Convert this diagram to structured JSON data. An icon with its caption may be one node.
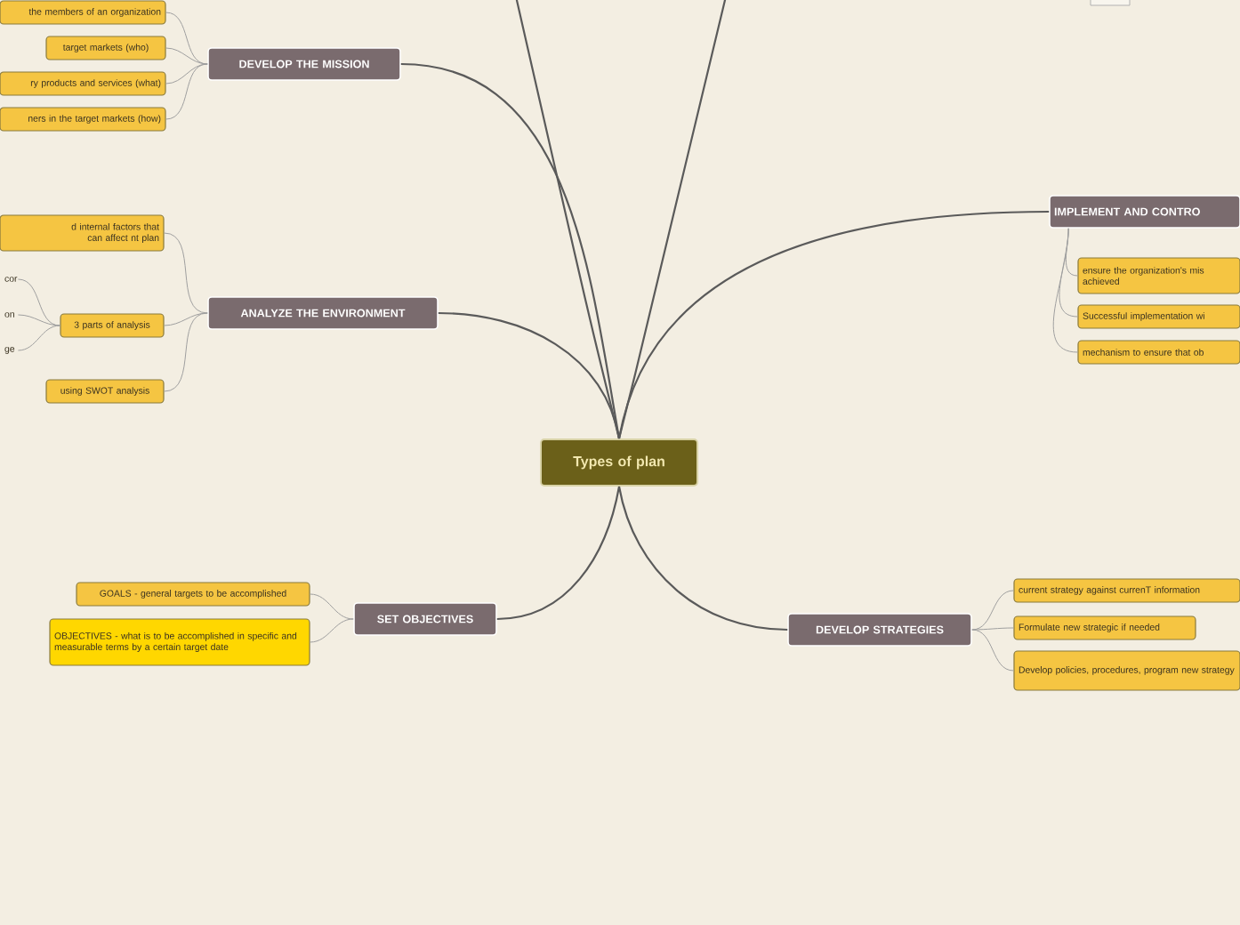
{
  "diagram": {
    "nodes": [
      {
        "text": [
          "Types of plan"
        ]
      },
      {
        "text": [
          "DEVELOP THE MISSION"
        ]
      },
      {
        "text": [
          "the members of an organization"
        ]
      },
      {
        "text": [
          "target markets (who)"
        ]
      },
      {
        "text": [
          "ry products and services (what)"
        ]
      },
      {
        "text": [
          "ners in the target markets (how)"
        ]
      },
      {
        "text": [
          "ANALYZE THE ENVIRONMENT"
        ]
      },
      {
        "text": [
          "d internal factors that can affect nt plan"
        ]
      },
      {
        "text": [
          "3 parts of analysis"
        ]
      },
      {
        "text": [
          "cor"
        ]
      },
      {
        "text": [
          "on"
        ]
      },
      {
        "text": [
          "ge"
        ]
      },
      {
        "text": [
          "using SWOT analysis"
        ]
      },
      {
        "text": [
          "IMPLEMENT AND CONTRO"
        ]
      },
      {
        "text": [
          "ensure the organization's mis achieved"
        ]
      },
      {
        "text": [
          "Successful implementation wi"
        ]
      },
      {
        "text": [
          "mechanism to ensure that ob"
        ]
      },
      {
        "text": [
          "SET OBJECTIVES"
        ]
      },
      {
        "text": [
          "GOALS - general targets to be accomplished"
        ]
      },
      {
        "text": [
          "OBJECTIVES - what is to be accomplished in specific and measurable terms by a certain target date"
        ]
      },
      {
        "text": [
          "DEVELOP STRATEGIES"
        ]
      },
      {
        "text": [
          "current strategy against currenT information"
        ]
      },
      {
        "text": [
          "Formulate new strategic if needed"
        ]
      },
      {
        "text": [
          "Develop policies, procedures, program new strategy"
        ]
      },
      {
        "text": [],
        "shape": "box"
      }
    ],
    "edges": [
      {
        "from": 0,
        "to": 1,
        "arrow": "none",
        "color": "#5a5a5a"
      },
      {
        "from": 0,
        "to": 6,
        "arrow": "none",
        "color": "#5a5a5a"
      },
      {
        "from": 0,
        "to": 13,
        "arrow": "none",
        "color": "#5a5a5a"
      },
      {
        "from": 0,
        "to": 17,
        "arrow": "none",
        "color": "#5a5a5a"
      },
      {
        "from": 0,
        "to": 20,
        "arrow": "none",
        "color": "#5a5a5a"
      },
      {
        "from": 0,
        "to": null,
        "arrow": "none",
        "color": "#5a5a5a"
      },
      {
        "from": 0,
        "to": null,
        "arrow": "none",
        "color": "#5a5a5a"
      },
      {
        "from": 1,
        "to": 2,
        "arrow": "none"
      },
      {
        "from": 1,
        "to": 3,
        "arrow": "none"
      },
      {
        "from": 1,
        "to": 4,
        "arrow": "none"
      },
      {
        "from": 1,
        "to": 5,
        "arrow": "none"
      },
      {
        "from": 6,
        "to": 7,
        "arrow": "none"
      },
      {
        "from": 6,
        "to": 8,
        "arrow": "none"
      },
      {
        "from": 6,
        "to": 12,
        "arrow": "none"
      },
      {
        "from": 8,
        "to": 9,
        "arrow": "none"
      },
      {
        "from": 8,
        "to": 10,
        "arrow": "none"
      },
      {
        "from": 8,
        "to": 11,
        "arrow": "none"
      },
      {
        "from": 13,
        "to": 14,
        "arrow": "none"
      },
      {
        "from": 13,
        "to": 15,
        "arrow": "none"
      },
      {
        "from": 13,
        "to": 16,
        "arrow": "none"
      },
      {
        "from": 17,
        "to": 18,
        "arrow": "none"
      },
      {
        "from": 17,
        "to": 19,
        "arrow": "none"
      },
      {
        "from": 20,
        "to": 21,
        "arrow": "none"
      },
      {
        "from": 20,
        "to": 22,
        "arrow": "none"
      },
      {
        "from": 20,
        "to": 23,
        "arrow": "none"
      }
    ]
  }
}
